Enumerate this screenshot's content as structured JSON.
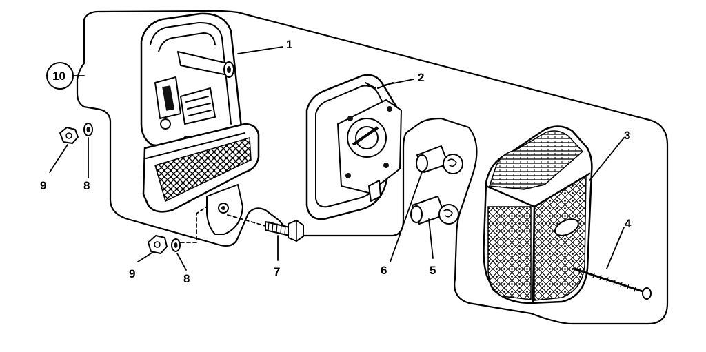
{
  "diagram": {
    "callouts": {
      "c1": "1",
      "c2": "2",
      "c3": "3",
      "c4": "4",
      "c5": "5",
      "c6": "6",
      "c7": "7",
      "c8a": "8",
      "c8b": "8",
      "c9a": "9",
      "c9b": "9",
      "c10": "10"
    }
  }
}
